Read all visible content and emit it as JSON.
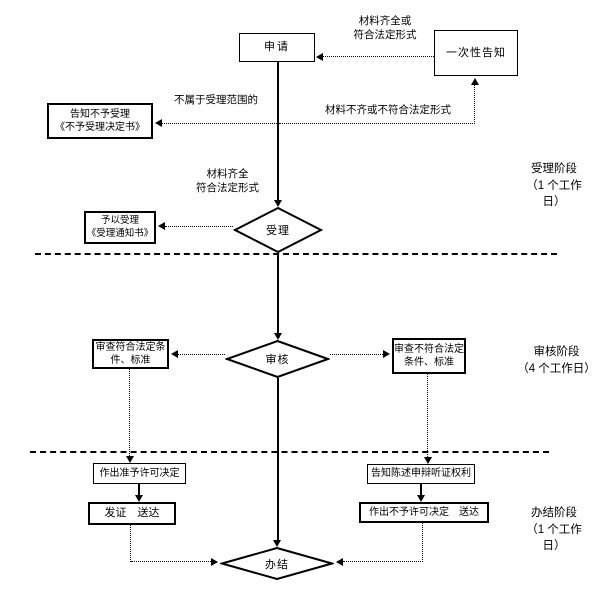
{
  "colors": {
    "line": "#000000",
    "background": "#ffffff"
  },
  "nodes": {
    "apply": {
      "label": "申请"
    },
    "one_time_notice": {
      "label": "一次性告知"
    },
    "reject_notice": {
      "line1": "告知不予受理",
      "line2": "《不予受理决定书》"
    },
    "accept_notice": {
      "line1": "予以受理",
      "line2": "《受理通知书》"
    },
    "accept_decision": {
      "label": "受理"
    },
    "review_decision": {
      "label": "审核"
    },
    "review_pass": {
      "line1": "审查符合法定条",
      "line2": "件、标准"
    },
    "review_fail": {
      "line1": "审查不符合法定",
      "line2": "条件、标准"
    },
    "grant_decision": {
      "label": "作出准予许可决定"
    },
    "issue_deliver": {
      "label": "发证　送达"
    },
    "hearing_rights": {
      "label": "告知陈述申辩听证权利"
    },
    "deny_deliver": {
      "label": "作出不予许可决定　送达"
    },
    "close": {
      "label": "办结"
    }
  },
  "edge_labels": {
    "complete_or_legal": {
      "line1": "材料齐全或",
      "line2": "符合法定形式"
    },
    "not_in_scope": "不属于受理范围的",
    "incomplete_or_illegal": "材料不齐或不符合法定形式",
    "complete_legal": {
      "line1": "材料齐全",
      "line2": "符合法定形式"
    }
  },
  "stages": {
    "acceptance": {
      "line1": "受理阶段",
      "line2": "（1 个工作",
      "line3": "日）"
    },
    "review": {
      "line1": "审核阶段",
      "line2": "（4 个工作日）"
    },
    "completion": {
      "line1": "办结阶段",
      "line2": "（1 个工作",
      "line3": "日）"
    }
  }
}
